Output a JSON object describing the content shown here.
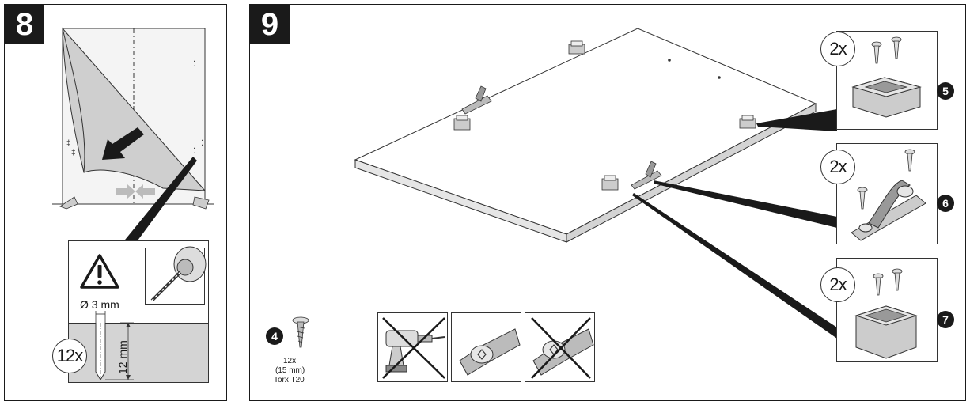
{
  "step8": {
    "badge": "8",
    "drill_diameter": "Ø 3 mm",
    "drill_depth": "12 mm",
    "hole_count": "12x",
    "icons": [
      "warning-icon",
      "drill-icon",
      "arrow-icon"
    ]
  },
  "step9": {
    "badge": "9",
    "screw_callout": "4",
    "screw_qty": "12x",
    "screw_length": "(15 mm)",
    "screw_drive": "Torx T20",
    "parts": [
      {
        "callout": "5",
        "qty": "2x"
      },
      {
        "callout": "6",
        "qty": "2x"
      },
      {
        "callout": "7",
        "qty": "2x"
      }
    ],
    "icons": [
      "power-drill-crossed-icon",
      "screw-correct-icon",
      "screw-overtightened-crossed-icon"
    ]
  },
  "colors": {
    "ink": "#1a1a1a",
    "grey_fill": "#d4d4d4",
    "light_grey": "#e6e6e6"
  }
}
